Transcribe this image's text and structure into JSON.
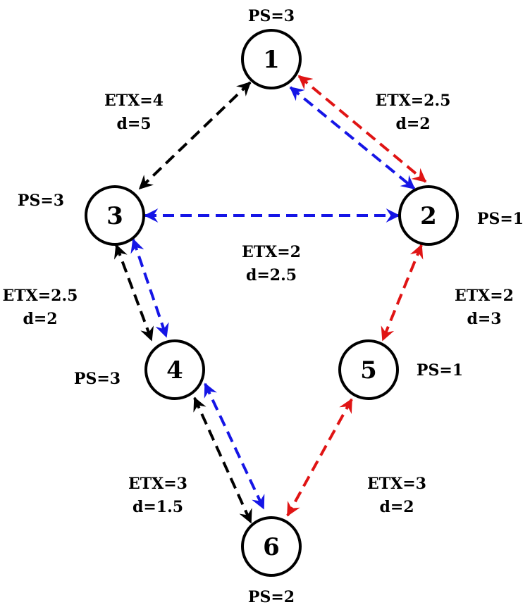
{
  "nodes": [
    {
      "id": "1",
      "ps": "PS=3"
    },
    {
      "id": "2",
      "ps": "PS=1"
    },
    {
      "id": "3",
      "ps": "PS=3"
    },
    {
      "id": "4",
      "ps": "PS=3"
    },
    {
      "id": "5",
      "ps": "PS=1"
    },
    {
      "id": "6",
      "ps": "PS=2"
    }
  ],
  "links": [
    {
      "between": [
        "1",
        "3"
      ],
      "etx": "ETX=4",
      "d": "d=5"
    },
    {
      "between": [
        "1",
        "2"
      ],
      "etx": "ETX=2.5",
      "d": "d=2"
    },
    {
      "between": [
        "3",
        "2"
      ],
      "etx": "ETX=2",
      "d": "d=2.5"
    },
    {
      "between": [
        "3",
        "4"
      ],
      "etx": "ETX=2.5",
      "d": "d=2"
    },
    {
      "between": [
        "2",
        "5"
      ],
      "etx": "ETX=2",
      "d": "d=3"
    },
    {
      "between": [
        "4",
        "6"
      ],
      "etx": "ETX=3",
      "d": "d=1.5"
    },
    {
      "between": [
        "5",
        "6"
      ],
      "etx": "ETX=3",
      "d": "d=2"
    }
  ],
  "edge_colors": {
    "black": "#000000",
    "blue": "#1515e6",
    "red": "#e01414"
  }
}
